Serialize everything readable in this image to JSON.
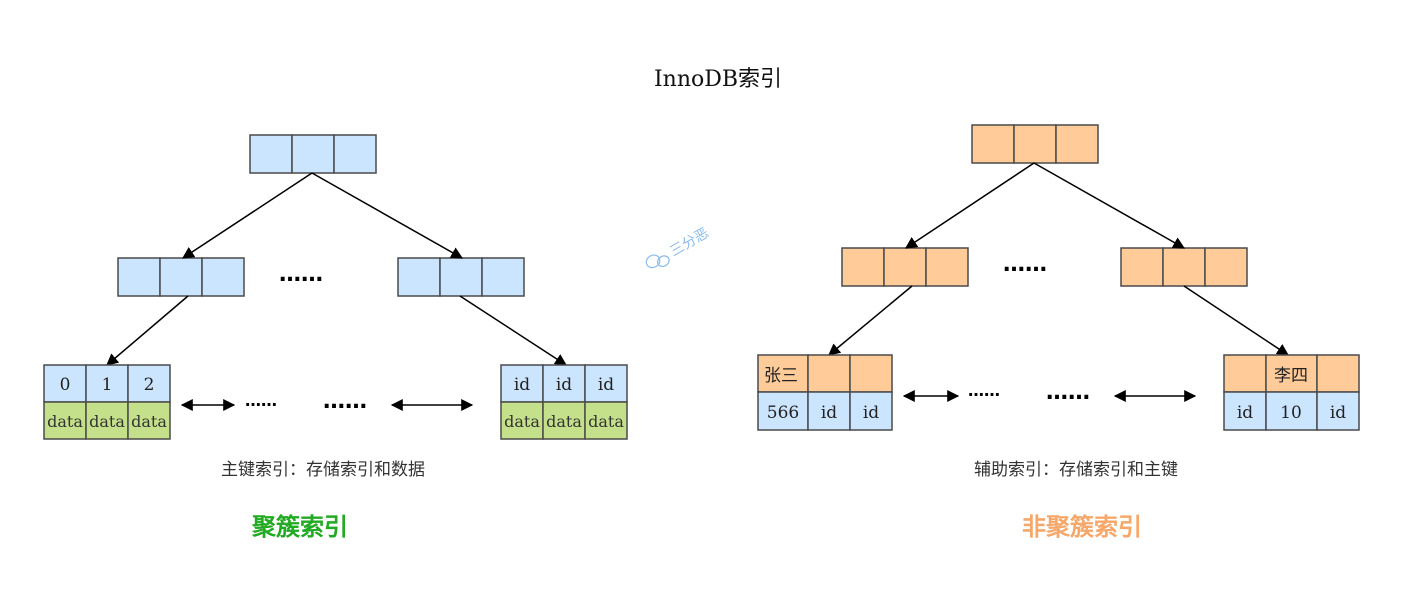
{
  "title": "InnoDB索引",
  "watermark": "三分恶",
  "colors": {
    "blue": "#cce5ff",
    "orange": "#ffcc99",
    "green": "#c5e08a",
    "clustered_label": "#22aa22",
    "secondary_label": "#f5a86a"
  },
  "ellipsis": "……",
  "clustered": {
    "leaf_left": {
      "keys": [
        "0",
        "1",
        "2"
      ],
      "data": [
        "data",
        "data",
        "data"
      ]
    },
    "leaf_right": {
      "keys": [
        "id",
        "id",
        "id"
      ],
      "data": [
        "data",
        "data",
        "data"
      ]
    },
    "caption": "主键索引：存储索引和数据",
    "label": "聚簇索引"
  },
  "secondary": {
    "leaf_left": {
      "keys": [
        "张三",
        "",
        ""
      ],
      "values": [
        "566",
        "id",
        "id"
      ]
    },
    "leaf_right": {
      "keys": [
        "",
        "李四",
        ""
      ],
      "values": [
        "id",
        "10",
        "id"
      ]
    },
    "caption": "辅助索引：存储索引和主键",
    "label": "非聚簇索引"
  }
}
